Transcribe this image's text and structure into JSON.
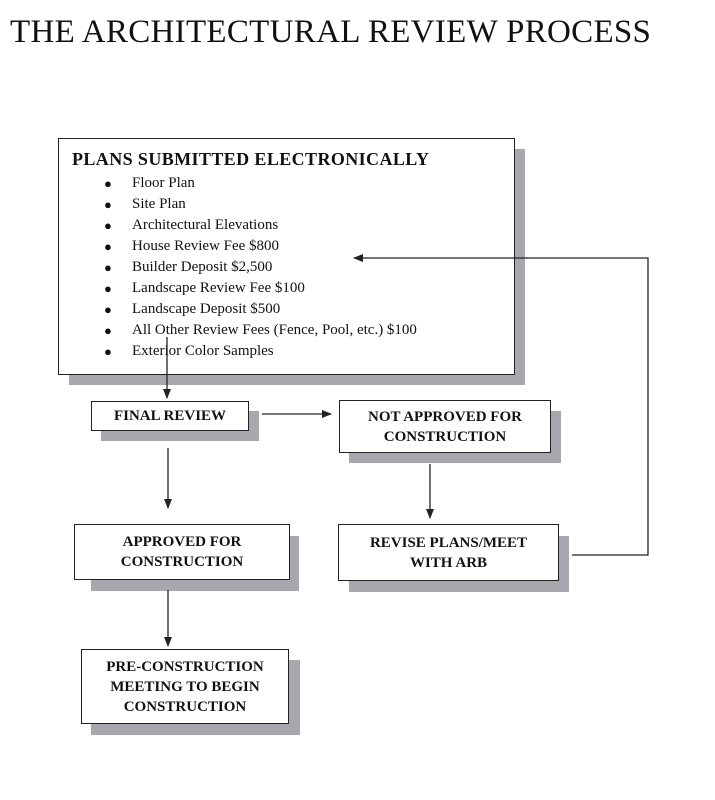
{
  "title": "THE ARCHITECTURAL REVIEW PROCESS",
  "plans": {
    "heading": "PLANS SUBMITTED ELECTRONICALLY",
    "items": [
      "Floor Plan",
      "Site Plan",
      "Architectural Elevations",
      "House Review Fee $800",
      "Builder Deposit $2,500",
      "Landscape Review Fee $100",
      "Landscape Deposit $500",
      "All Other Review Fees (Fence, Pool, etc.) $100",
      "Exterior Color Samples"
    ]
  },
  "steps": {
    "final_review": "FINAL REVIEW",
    "not_approved": "NOT APPROVED FOR\nCONSTRUCTION",
    "approved": "APPROVED FOR\nCONSTRUCTION",
    "revise": "REVISE PLANS/MEET\nWITH ARB",
    "pre_construction": "PRE-CONSTRUCTION\nMEETING TO BEGIN\nCONSTRUCTION"
  },
  "colors": {
    "shadow": "#a9a6ad",
    "border": "#222222",
    "arrow": "#222222"
  }
}
